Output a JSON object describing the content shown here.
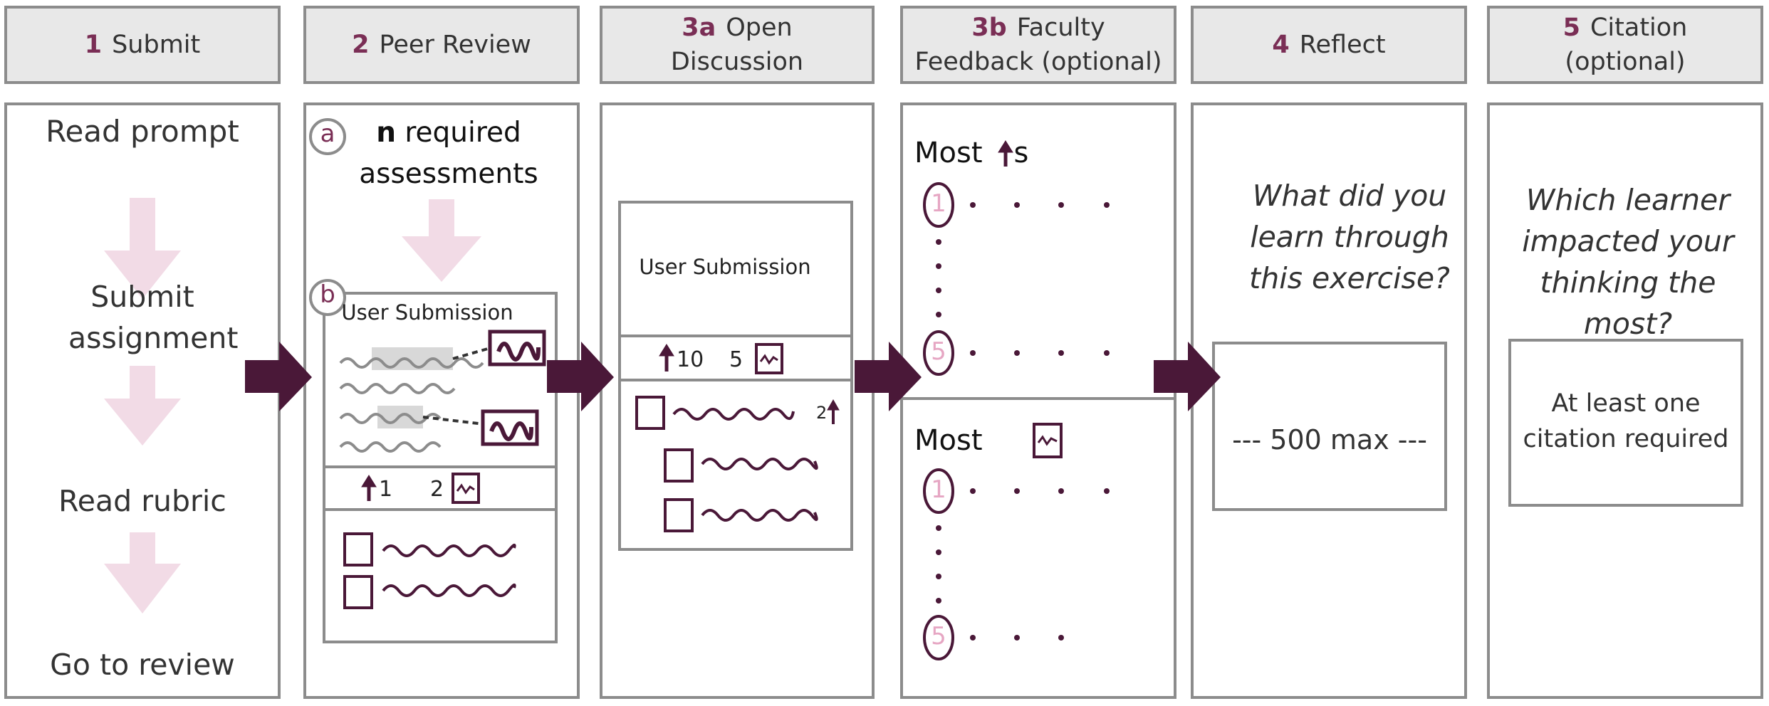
{
  "columns": [
    {
      "num": "1",
      "title": "Submit"
    },
    {
      "num": "2",
      "title": "Peer Review"
    },
    {
      "num": "3a",
      "title": "Open Discussion"
    },
    {
      "num": "3b",
      "title": "Faculty Feedback (optional)"
    },
    {
      "num": "4",
      "title": "Reflect"
    },
    {
      "num": "5",
      "title": "Citation (optional)"
    }
  ],
  "submit": {
    "steps": [
      "Read prompt",
      "Submit assignment",
      "Read rubric",
      "Go to review"
    ]
  },
  "peer_review": {
    "marker_a": "a",
    "marker_b": "b",
    "required_n": "n",
    "required_text": "required assessments",
    "submission_title": "User Submission",
    "upvotes": "1",
    "comments": "2"
  },
  "open_discussion": {
    "submission_title": "User Submission",
    "upvotes": "10",
    "comments": "5",
    "reply_upvotes": "2"
  },
  "faculty_feedback": {
    "most_label_1": "Most",
    "most_suffix_1": "s",
    "most_label_2": "Most",
    "rank_first": "1",
    "rank_last": "5"
  },
  "reflect": {
    "question": "What did you learn through this exercise?",
    "limit": "--- 500 max ---"
  },
  "citation": {
    "question": "Which learner impacted your thinking the most?",
    "requirement": "At least one citation required"
  },
  "colors": {
    "accent": "#7a2e55",
    "dark": "#4a1838",
    "light_arrow": "#f2dbe6",
    "light_circle": "#e6a6c3",
    "border": "#8c8c8c",
    "header_bg": "#e8e8e8"
  }
}
